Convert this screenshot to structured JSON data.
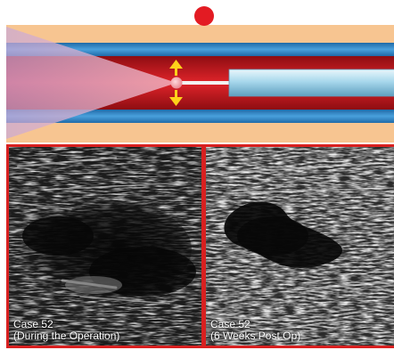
{
  "panels": [
    {
      "caption_line1": "Case 52",
      "caption_line2": "(During the Operation)"
    },
    {
      "caption_line1": "Case 52",
      "caption_line2": "(6 Weeks Post Op)"
    }
  ],
  "colors": {
    "tissue": "#f7c591",
    "vessel_wall": "#2f86c7",
    "lumen": "#c8161d",
    "laser_beam": "#d9a3c6",
    "probe": "#9fd3ea",
    "arrow": "#ffd21a",
    "marker_dot": "#e31b23",
    "panel_border": "#d82020"
  },
  "icons": {
    "marker": "red-dot-icon",
    "expansion_arrows": "up-down-arrow-icon"
  }
}
